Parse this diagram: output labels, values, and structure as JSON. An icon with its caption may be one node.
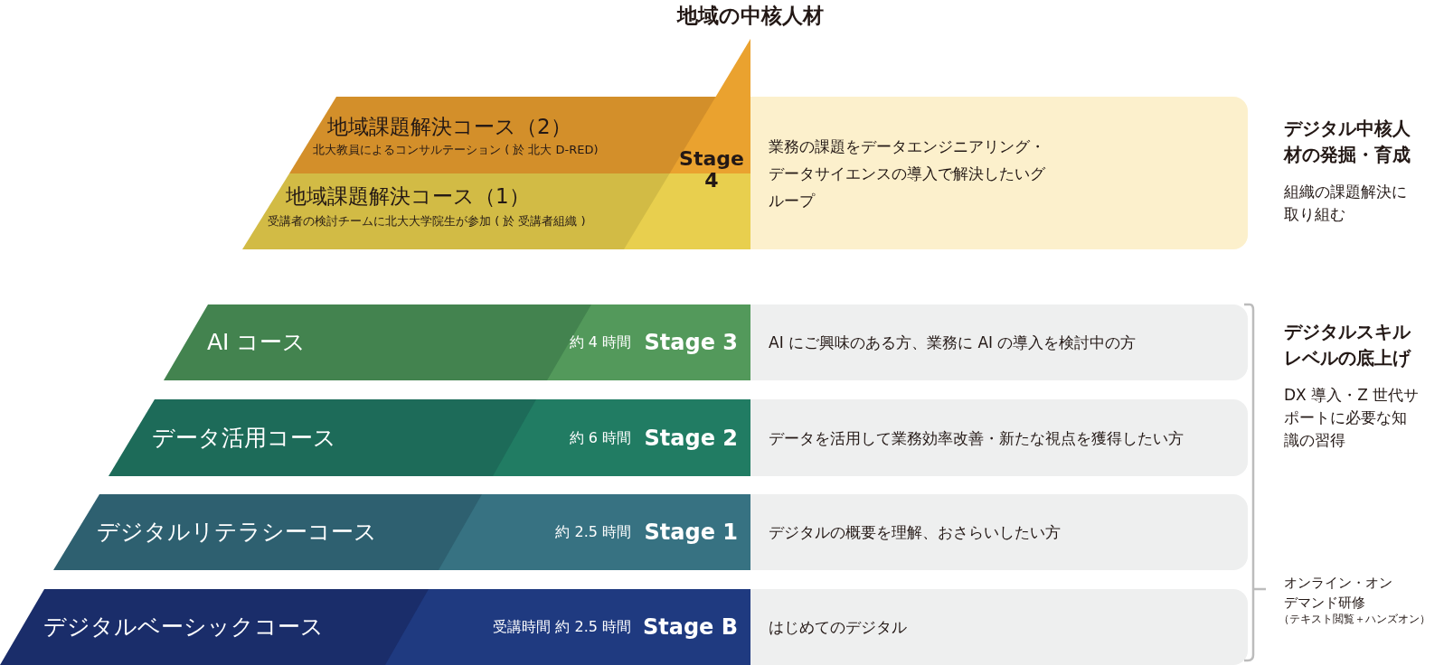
{
  "diagram": {
    "title": "地域の中核人材",
    "nodes": [
      {
        "text": [
          "地域課題解決コース（2）",
          "北大教員によるコンサルテーション ( 於 北大 D-RED)"
        ]
      },
      {
        "text": [
          "地域課題解決コース（1）",
          "受講者の検討チームに北大大学院生が参加 ( 於 受講者組織 )"
        ]
      },
      {
        "text": [
          "Stage 4"
        ]
      },
      {
        "text": [
          "業務の課題をデータエンジニアリング・データサイエンスの導入で解決したいグループ"
        ]
      },
      {
        "text": [
          "AI コース",
          "約 4 時間",
          "Stage 3"
        ]
      },
      {
        "text": [
          "AI にご興味のある方、業務に AI の導入を検討中の方"
        ]
      },
      {
        "text": [
          "データ活用コース",
          "約 6 時間",
          "Stage 2"
        ]
      },
      {
        "text": [
          "データを活用して業務効率改善・新たな視点を獲得したい方"
        ]
      },
      {
        "text": [
          "デジタルリテラシーコース",
          "約 2.5 時間",
          "Stage 1"
        ]
      },
      {
        "text": [
          "デジタルの概要を理解、おさらいしたい方"
        ]
      },
      {
        "text": [
          "デジタルベーシックコース",
          "受講時間 約 2.5 時間",
          "Stage B"
        ]
      },
      {
        "text": [
          "はじめてのデジタル"
        ]
      }
    ],
    "labels": [
      "デジタル中核人材の発掘・育成",
      "組織の課題解決に取り組む",
      "デジタルスキルレベルの底上げ",
      "DX 導入・Z 世代サポートに必要な知識の習得",
      "オンライン・オンデマンド研修",
      "（テキスト閲覧＋ハンズオン）"
    ]
  }
}
